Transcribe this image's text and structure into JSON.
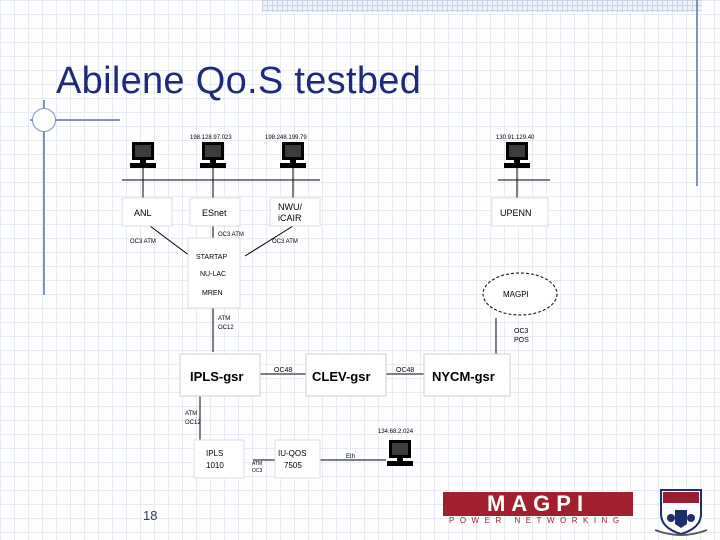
{
  "slide": {
    "title": "Abilene Qo.S testbed",
    "page_number": "18"
  },
  "diagram": {
    "hosts": {
      "anl_ip": "",
      "esnet_ip": "198.128.97.023",
      "nwu_ip": "198.248.199.79",
      "upenn_ip": "130.91.129.40",
      "iu_ip": "134.68.2.024"
    },
    "sites": {
      "anl": "ANL",
      "esnet": "ESnet",
      "nwu_line1": "NWU/",
      "nwu_line2": "iCAIR",
      "upenn": "UPENN",
      "startap": "STARTAP",
      "nu_lac": "NU-LAC",
      "mren": "MREN",
      "magpi": "MAGPI"
    },
    "routers": {
      "ipls": "IPLS-gsr",
      "clev": "CLEV-gsr",
      "nycm": "NYCM-gsr",
      "ipls1010_line1": "IPLS",
      "ipls1010_line2": "1010",
      "iuqos_line1": "IU-QOS",
      "iuqos_line2": "7505"
    },
    "links": {
      "anl_startap": "OC3 ATM",
      "esnet_startap": "OC3 ATM",
      "nwu_startap": "OC3 ATM",
      "mren_ipls_line1": "ATM",
      "mren_ipls_line2": "OC12",
      "ipls_clev": "OC48",
      "clev_nycm": "OC48",
      "magpi_nycm_line1": "OC3",
      "magpi_nycm_line2": "POS",
      "ipls_1010_line1": "ATM",
      "ipls_1010_line2": "OC12",
      "atm_oc3_line1": "ATM",
      "atm_oc3_line2": "OC3",
      "iu_eth": "Eth"
    }
  }
}
